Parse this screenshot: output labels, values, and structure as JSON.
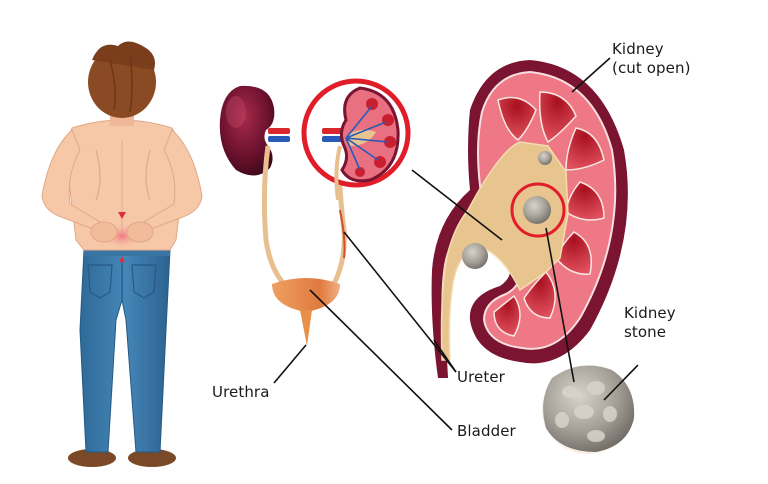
{
  "diagram": {
    "subject": "Kidney stones anatomy",
    "labels": {
      "kidney_cut_open": {
        "line1": "Kidney",
        "line2": "(cut open)"
      },
      "kidney_stone": {
        "line1": "Kidney",
        "line2": "stone"
      },
      "urethra": "Urethra",
      "ureter": "Ureter",
      "bladder": "Bladder"
    },
    "colors": {
      "highlight_circle": "#e11d2a",
      "kidney_outer": "#7a1430",
      "kidney_tissue": "#e85a6e",
      "kidney_pyramid": "#c8202e",
      "pelvis": "#e8c48e",
      "stone": "#a8a49c",
      "skin": "#f6c8a8",
      "hair": "#8a4a24",
      "jeans": "#3a78a8",
      "shoes": "#7a4a28",
      "bladder": "#e8904a",
      "artery": "#d8282e",
      "vein": "#2a5ab8",
      "leader_line": "#111111"
    },
    "figures": [
      "person-back-pain",
      "urinary-system",
      "kidney-cross-section-zoom",
      "kidney-cut-open",
      "kidney-stone-enlarged"
    ]
  }
}
